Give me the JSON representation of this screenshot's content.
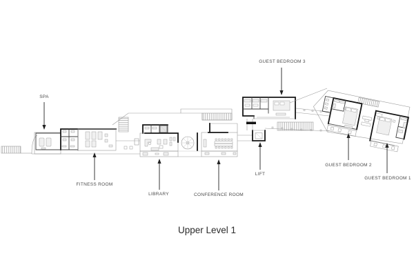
{
  "diagram": {
    "type": "architectural-floor-plan",
    "title": "Upper Level 1",
    "room_labels": [
      {
        "label": "SPA",
        "arrow": "down"
      },
      {
        "label": "FITNESS ROOM",
        "arrow": "up"
      },
      {
        "label": "LIBRARY",
        "arrow": "up"
      },
      {
        "label": "CONFERENCE ROOM",
        "arrow": "up"
      },
      {
        "label": "LIFT",
        "arrow": "up"
      },
      {
        "label": "GUEST BEDROOM 3",
        "arrow": "down"
      },
      {
        "label": "GUEST BEDROOM 2",
        "arrow": "up"
      },
      {
        "label": "GUEST BEDROOM 1",
        "arrow": "up"
      }
    ],
    "colors": {
      "background": "#ffffff",
      "walls": "#141414",
      "thin_lines": "#9a9a9a",
      "label_text": "#4a4a4a",
      "title_text": "#2b2b2b",
      "arrow": "#222222"
    }
  }
}
